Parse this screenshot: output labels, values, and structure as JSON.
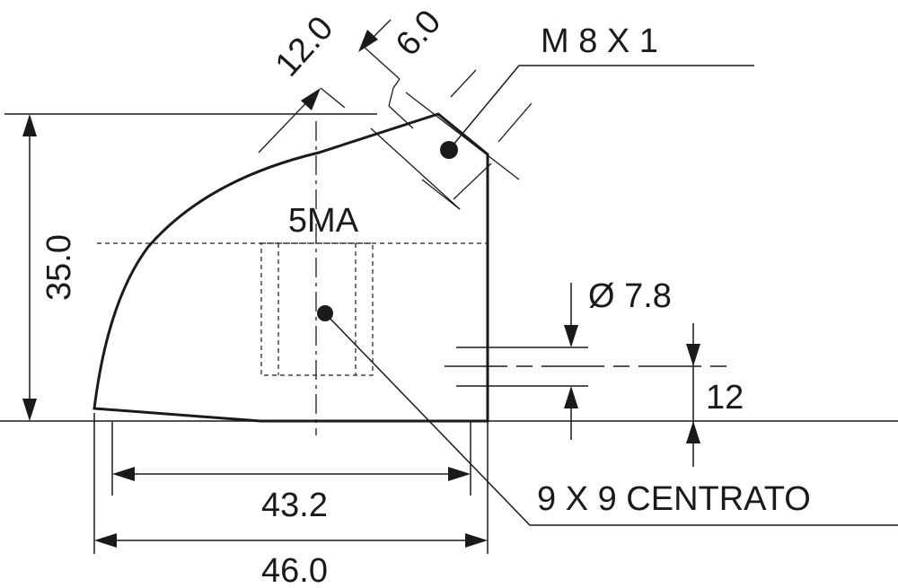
{
  "drawing": {
    "labels": {
      "thread": "M 8 X 1",
      "dim_12_angled": "12.0",
      "dim_6_angled": "6.0",
      "part_code": "5MA",
      "height": "35.0",
      "diameter": "Ø 7.8",
      "hole_offset": "12",
      "square": "9 X 9 CENTRATO",
      "width_inner": "43.2",
      "width_outer": "46.0"
    },
    "colors": {
      "ink": "#1a1a1a",
      "background": "#ffffff"
    }
  }
}
